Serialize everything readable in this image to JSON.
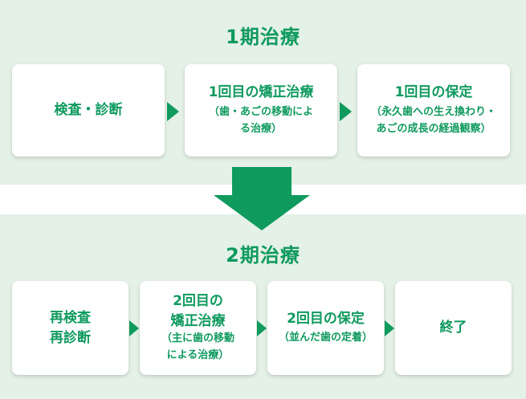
{
  "phase1": {
    "title": "1期治療",
    "steps": [
      {
        "label": "検査・診断"
      },
      {
        "label": "1回目の矯正治療",
        "sub1": "（歯・あごの移動によ",
        "sub2": "る治療）"
      },
      {
        "label": "1回目の保定",
        "sub1": "（永久歯への生え換わり・",
        "sub2": "あごの成長の経過観察）"
      }
    ]
  },
  "phase2": {
    "title": "2期治療",
    "steps": [
      {
        "line1": "再検査",
        "line2": "再診断"
      },
      {
        "line1": "2回目の",
        "line2": "矯正治療",
        "sub1": "（主に歯の移動",
        "sub2": "による治療）"
      },
      {
        "label": "2回目の保定",
        "sub1": "（並んだ歯の定着）"
      },
      {
        "label": "終了"
      }
    ]
  },
  "colors": {
    "accent": "#0f9a5e",
    "band": "#e4f1e6"
  }
}
